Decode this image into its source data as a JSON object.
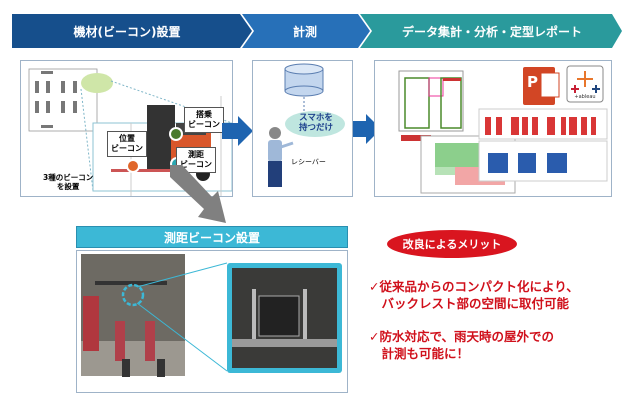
{
  "header": {
    "steps": [
      {
        "label": "機材(ビーコン)設置",
        "color": "#164f8c"
      },
      {
        "label": "計測",
        "color": "#2770b8"
      },
      {
        "label": "データ集計・分析・定型レポート",
        "color": "#2a9a9c"
      }
    ]
  },
  "setup_panel": {
    "beacon_position": "位置\nビーコン",
    "beacon_boarding": "搭乗\nビーコン",
    "beacon_distance": "測距\nビーコン",
    "caption": "3種のビーコン\nを設置"
  },
  "measure_panel": {
    "bubble": "スマホを\n持つだけ",
    "receiver": "レシーバー"
  },
  "report_panel": {
    "powerpoint_letter": "P",
    "tableau_text": "+ableau"
  },
  "distance_beacon": {
    "title": "測距ビーコン設置",
    "title_color": "#3cb8d6"
  },
  "merits": {
    "title": "改良によるメリット",
    "items": [
      "✓従来品からのコンパクト化により、\n　バックレスト部の空間に取付可能",
      "✓防水対応で、雨天時の屋外での\n　計測も可能に！"
    ],
    "accent": "#d0101b"
  }
}
